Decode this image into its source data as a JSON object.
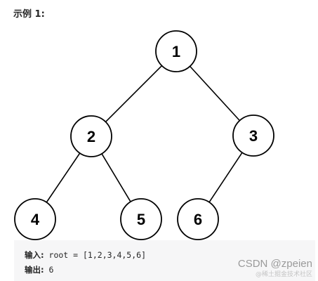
{
  "heading": "示例 1:",
  "tree": {
    "nodes": [
      {
        "id": "n1",
        "label": "1"
      },
      {
        "id": "n2",
        "label": "2"
      },
      {
        "id": "n3",
        "label": "3"
      },
      {
        "id": "n4",
        "label": "4"
      },
      {
        "id": "n5",
        "label": "5"
      },
      {
        "id": "n6",
        "label": "6"
      }
    ],
    "edges": [
      {
        "from": "n1",
        "to": "n2"
      },
      {
        "from": "n1",
        "to": "n3"
      },
      {
        "from": "n2",
        "to": "n4"
      },
      {
        "from": "n2",
        "to": "n5"
      },
      {
        "from": "n3",
        "to": "n6"
      }
    ]
  },
  "example": {
    "input_label": "输入:",
    "input_value": " root = [1,2,3,4,5,6]",
    "output_label": "输出:",
    "output_value": " 6"
  },
  "watermark": {
    "main": "CSDN @zpeien",
    "sub": "@稀土掘金技术社区"
  }
}
